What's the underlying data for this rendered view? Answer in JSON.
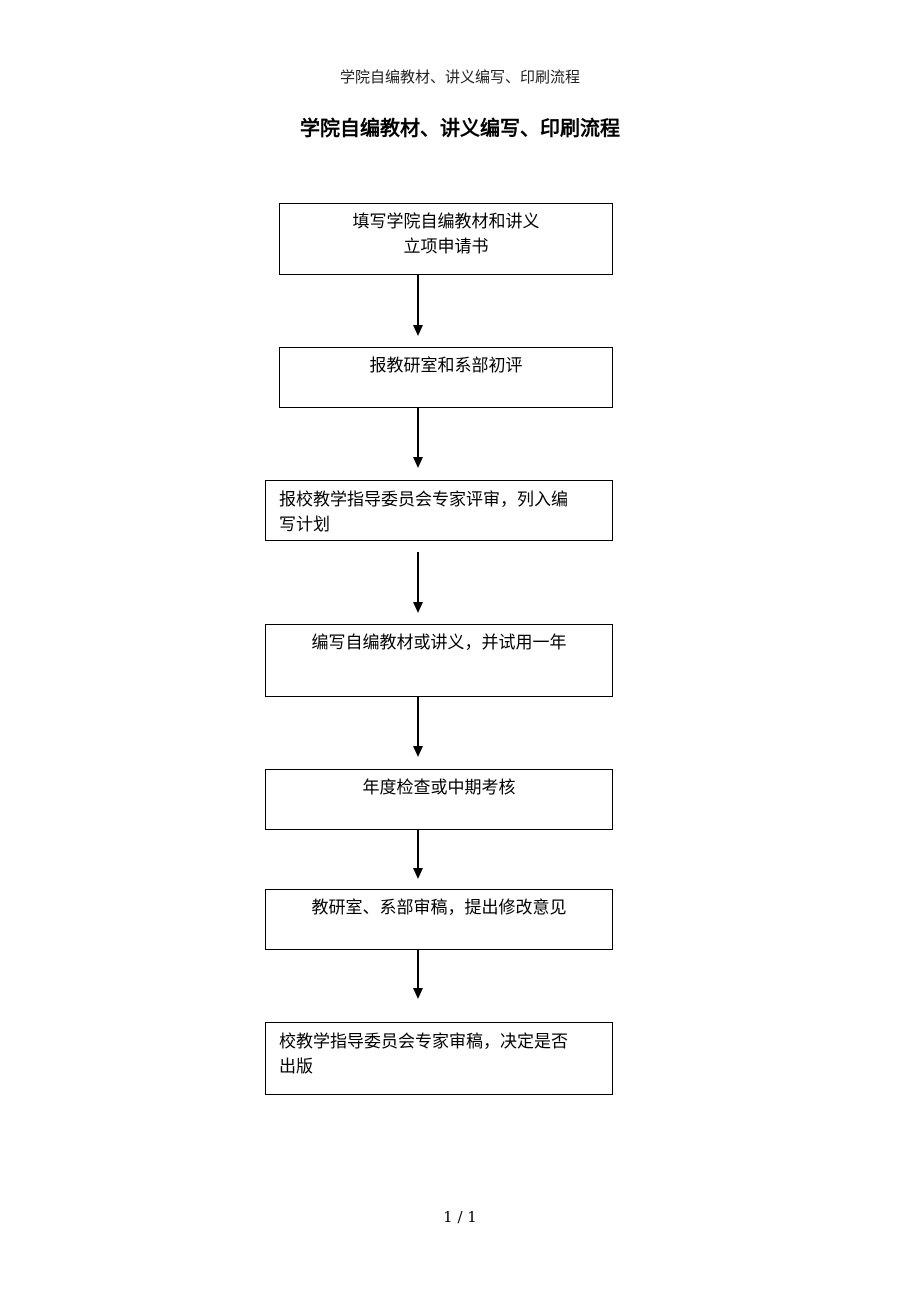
{
  "header": {
    "running_title": "学院自编教材、讲义编写、印刷流程"
  },
  "title": "学院自编教材、讲义编写、印刷流程",
  "steps": [
    {
      "lines": [
        "填写学院自编教材和讲义",
        "立项申请书"
      ]
    },
    {
      "lines": [
        "报教研室和系部初评"
      ]
    },
    {
      "lines": [
        "报校教学指导委员会专家评审，列入编",
        "写计划"
      ]
    },
    {
      "lines": [
        "编写自编教材或讲义，并试用一年"
      ]
    },
    {
      "lines": [
        "年度检查或中期考核"
      ]
    },
    {
      "lines": [
        "教研室、系部审稿，提出修改意见"
      ]
    },
    {
      "lines": [
        "校教学指导委员会专家审稿，决定是否",
        "出版"
      ]
    }
  ],
  "footer": {
    "page_number": "1 / 1"
  }
}
